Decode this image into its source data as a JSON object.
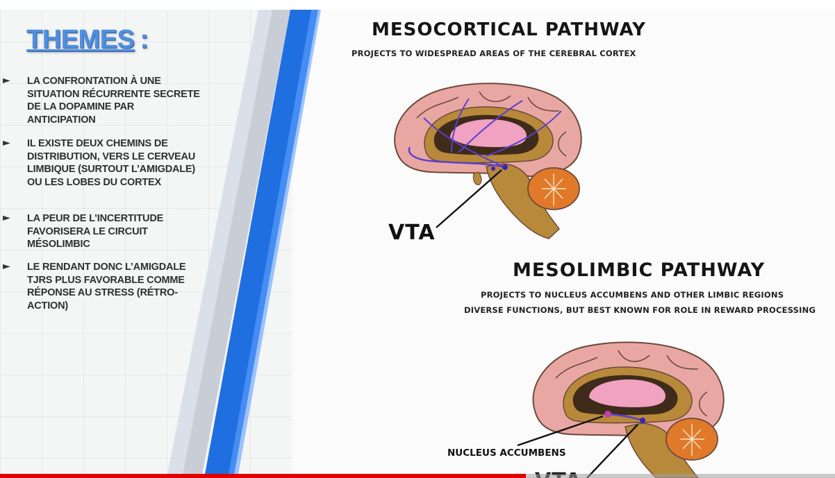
{
  "slide": {
    "themes_title": "THEMES",
    "themes_colon": ":",
    "bullets": [
      {
        "text": "La confrontation à une situation récurrente secrete de la dopamine par anticipation"
      },
      {
        "text": "Il existe deux chemins de distribution, vers le cerveau limbique (surtout l’amigdale) ou les lobes du cortex"
      },
      {
        "text": "La peur de l’incertitude favorisera le circuit mésolimbic"
      },
      {
        "text": "Le rendant donc l’amigdale tjrs plus favorable comme réponse au stress (rétro-action)"
      }
    ],
    "bullet_icon": "triangle-right-icon"
  },
  "diagram": {
    "mesocortical": {
      "title": "MESOCORTICAL PATHWAY",
      "subtitle": "PROJECTS TO WIDESPREAD AREAS OF THE CEREBRAL CORTEX",
      "vta_label": "VTA"
    },
    "mesolimbic": {
      "title": "MESOLIMBIC PATHWAY",
      "subtitle_1": "PROJECTS TO NUCLEUS ACCUMBENS AND OTHER LIMBIC REGIONS",
      "subtitle_2": "DIVERSE FUNCTIONS, BUT BEST KNOWN FOR ROLE IN REWARD PROCESSING",
      "nucleus_label": "NUCLEUS ACCUMBENS",
      "vta_label": "VTA"
    }
  },
  "player": {
    "progress_fraction": 0.63
  },
  "colors": {
    "accent_blue": "#1f6fe0",
    "themes_blue": "#4f8fe0",
    "progress_red": "#e00000",
    "brain_pink": "#e9a7a3",
    "brain_tan": "#b8893a",
    "cerebellum_orange": "#e07a2a",
    "pathway_purple": "#5a3fd0"
  }
}
